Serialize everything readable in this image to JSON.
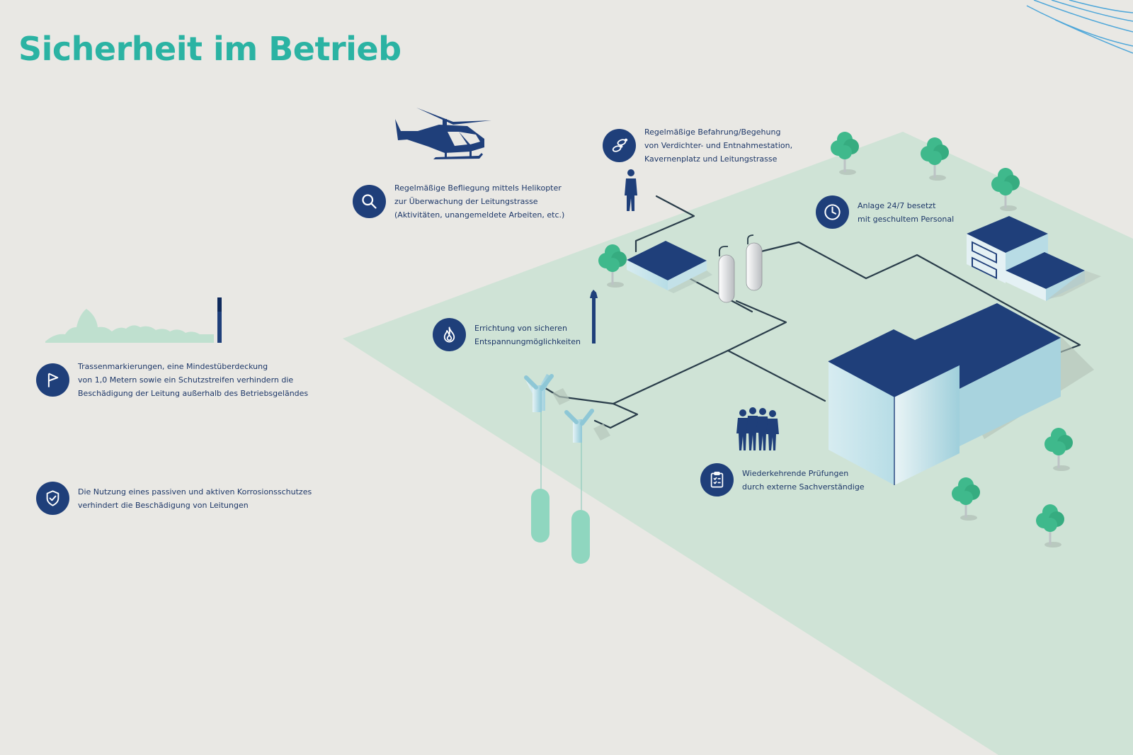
{
  "title": "Sicherheit im Betrieb",
  "colors": {
    "accent": "#2bb3a3",
    "navy": "#1f3f7a",
    "background": "#e9e8e4",
    "ground": "#cfe3d6",
    "tree": "#3fb98c"
  },
  "callouts": {
    "helicopter": {
      "icon": "magnifier-icon",
      "lines": [
        "Regelmäßige Befliegung mittels Helikopter",
        "zur Überwachung der Leitungstrasse",
        "(Aktivitäten, unangemeldete Arbeiten, etc.)"
      ]
    },
    "inspection_walk": {
      "icon": "footprints-icon",
      "lines": [
        "Regelmäßige Befahrung/Begehung",
        "von Verdichter- und Entnahmestation,",
        "Kavernenplatz und Leitungstrasse"
      ]
    },
    "staffed": {
      "icon": "clock-icon",
      "lines": [
        "Anlage 24/7 besetzt",
        "mit geschultem Personal"
      ]
    },
    "relief": {
      "icon": "flame-icon",
      "lines": [
        "Errichtung von sicheren",
        "Entspannungmöglichkeiten"
      ]
    },
    "markings": {
      "icon": "flag-icon",
      "lines": [
        "Trassenmarkierungen, eine Mindestüberdeckung",
        "von 1,0 Metern sowie ein Schutzstreifen verhindern die",
        "Beschädigung der Leitung außerhalb des Betriebsgeländes"
      ]
    },
    "external_audits": {
      "icon": "clipboard-checklist-icon",
      "lines": [
        "Wiederkehrende Prüfungen",
        "durch externe Sachverständige"
      ]
    },
    "corrosion": {
      "icon": "shield-check-icon",
      "lines": [
        "Die Nutzung eines passiven und aktiven Korrosionsschutzes",
        "verhindert die Beschädigung von Leitungen"
      ]
    }
  }
}
